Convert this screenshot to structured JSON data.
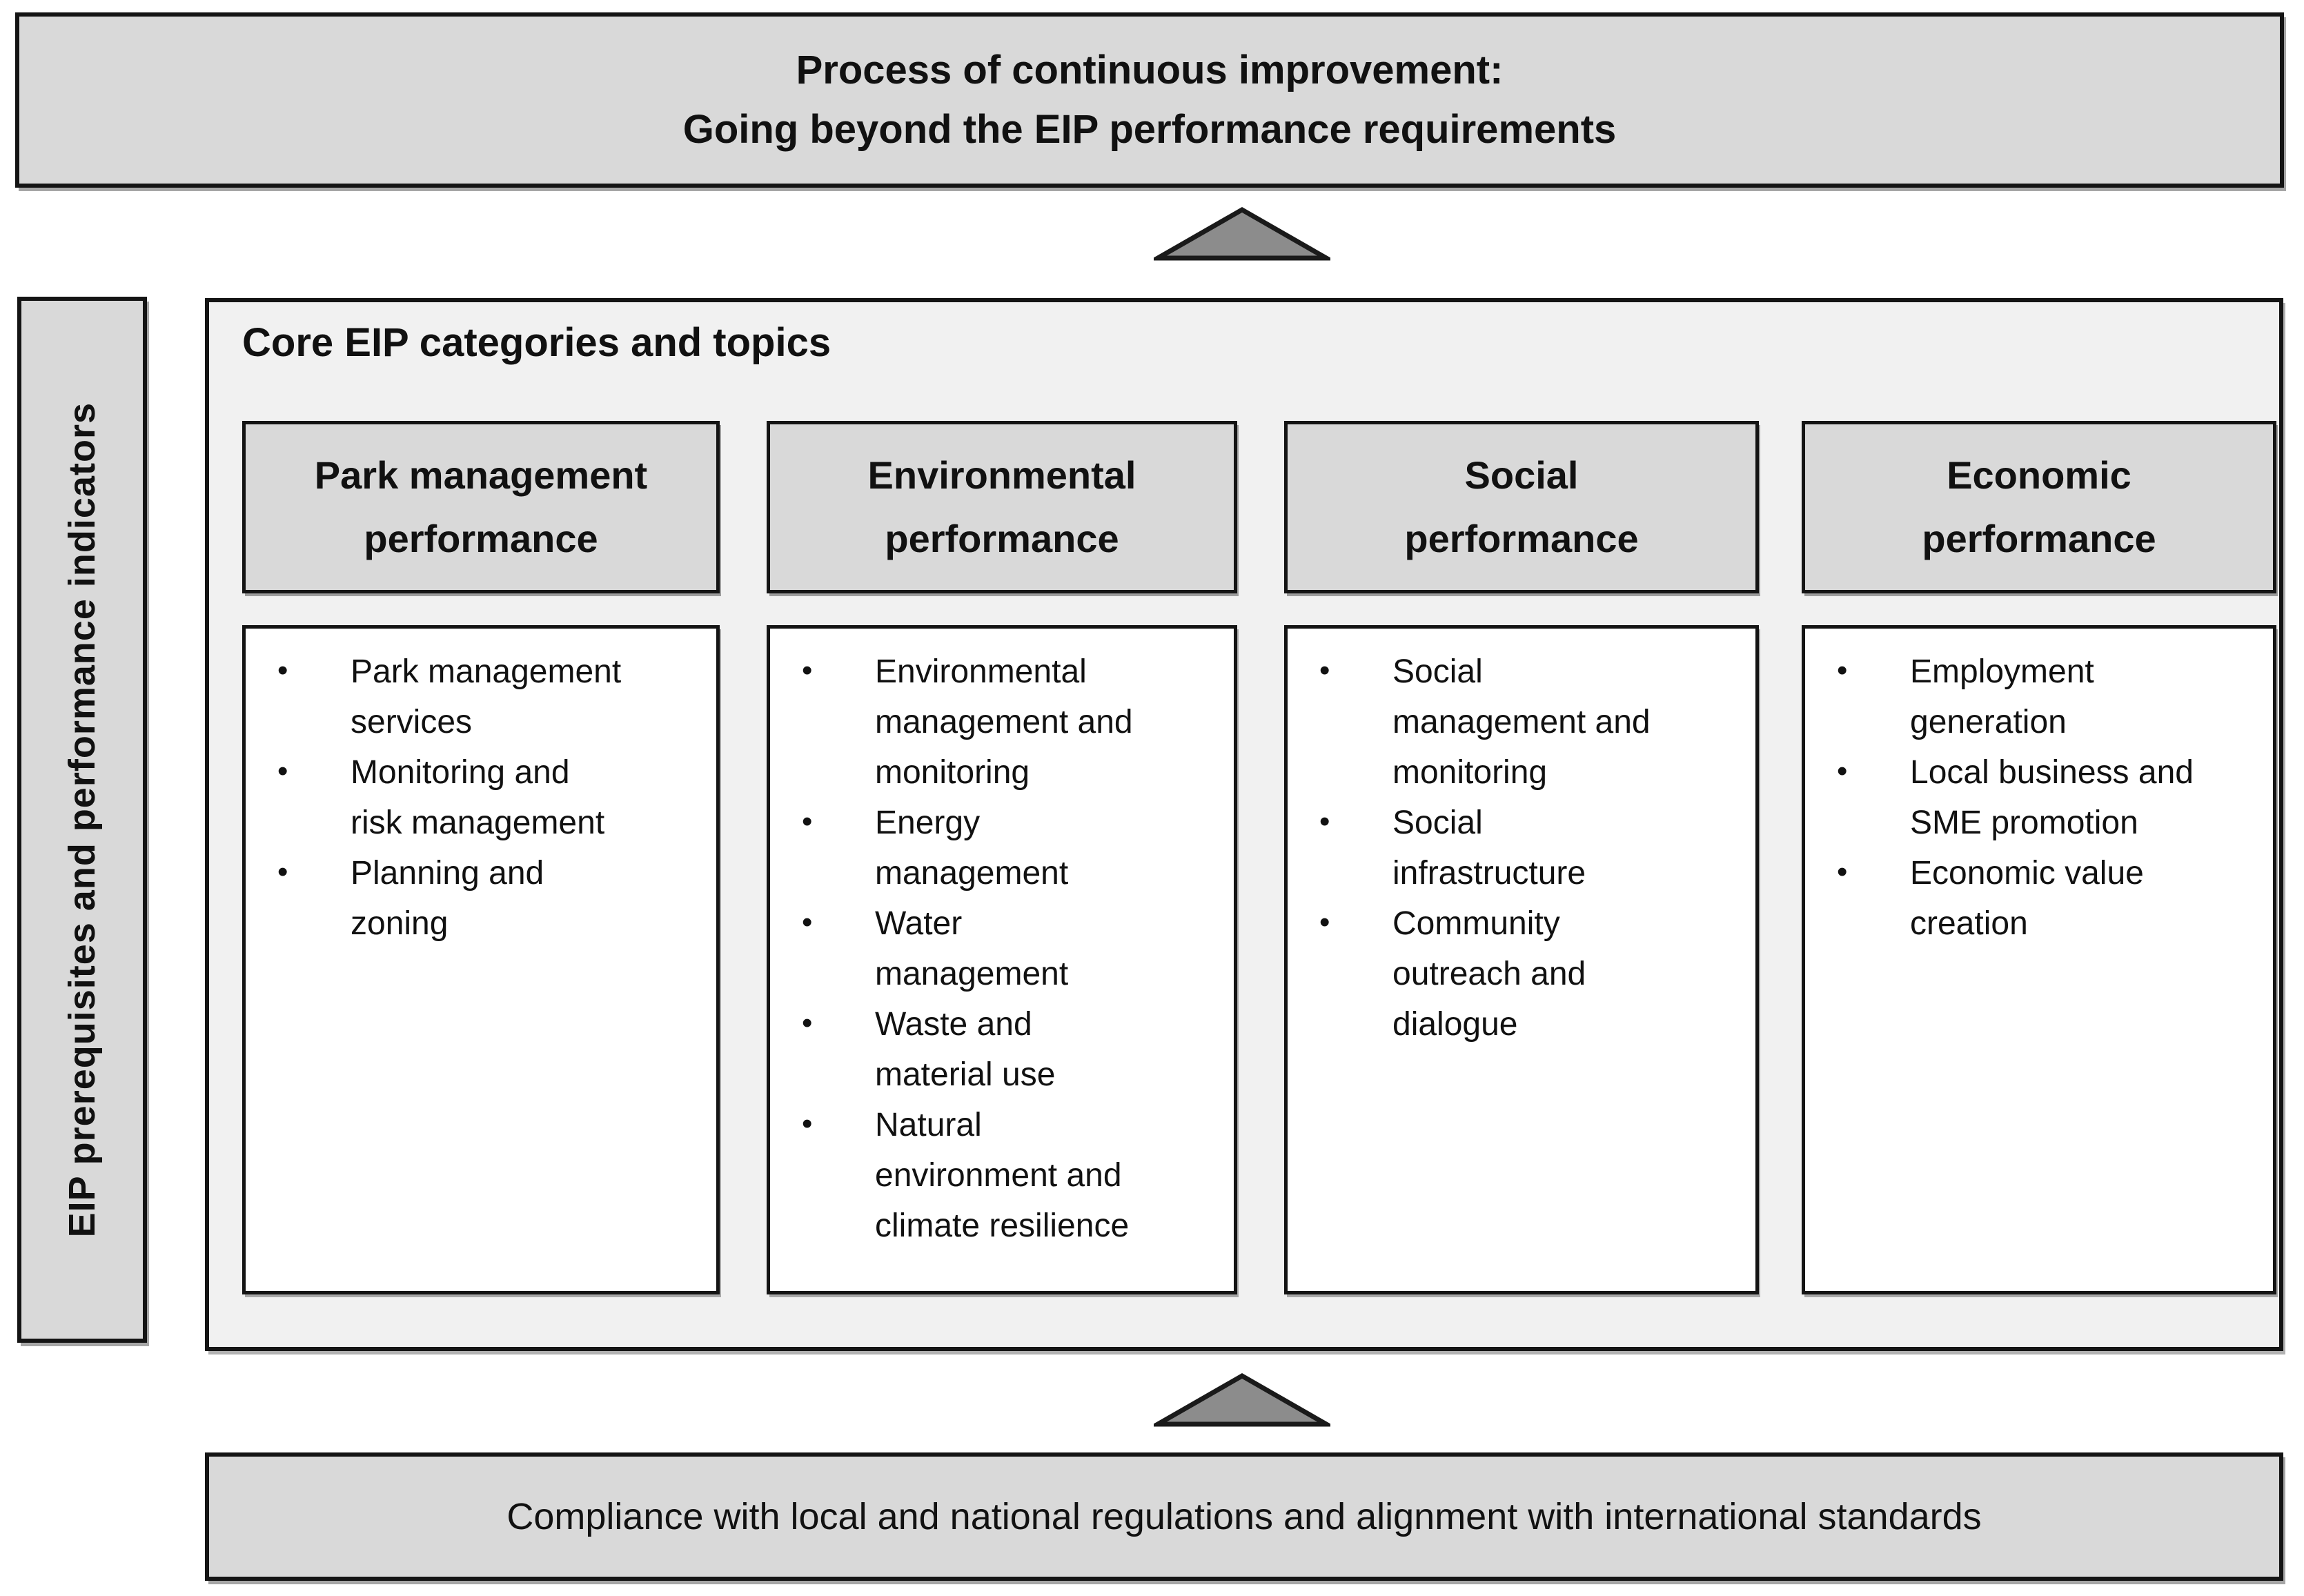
{
  "colors": {
    "banner_bg": "#d9d9d9",
    "main_box_bg": "#f1f1f1",
    "topics_box_bg": "#ffffff",
    "border": "#141414",
    "triangle_fill": "#8c8c8c",
    "triangle_stroke": "#1a1a1a",
    "text": "#111111"
  },
  "icons": {
    "bullet": "•",
    "up_arrow": "triangle-up"
  },
  "top_banner": {
    "line1": "Process of continuous improvement:",
    "line2": "Going beyond the EIP performance requirements"
  },
  "sidebar": {
    "label": "EIP prerequisites and performance indicators"
  },
  "main": {
    "title": "Core EIP categories and topics",
    "columns": [
      {
        "header": "Park management performance",
        "header_lines": [
          "Park management",
          "performance"
        ],
        "items": [
          [
            "Park management",
            "services"
          ],
          [
            "Monitoring and",
            "risk management"
          ],
          [
            "Planning and",
            "zoning"
          ]
        ]
      },
      {
        "header": "Environmental performance",
        "header_lines": [
          "Environmental",
          "performance"
        ],
        "items": [
          [
            "Environmental",
            "management and",
            "monitoring"
          ],
          [
            "Energy",
            "management"
          ],
          [
            "Water",
            "management"
          ],
          [
            "Waste and",
            "material use"
          ],
          [
            "Natural",
            "environment and",
            "climate resilience"
          ]
        ]
      },
      {
        "header": "Social performance",
        "header_lines": [
          "Social",
          "performance"
        ],
        "items": [
          [
            "Social",
            "management and",
            "monitoring"
          ],
          [
            "Social",
            "infrastructure"
          ],
          [
            "Community",
            "outreach and",
            "dialogue"
          ]
        ]
      },
      {
        "header": "Economic performance",
        "header_lines": [
          "Economic",
          "performance"
        ],
        "items": [
          [
            "Employment",
            "generation"
          ],
          [
            "Local business and",
            "SME promotion"
          ],
          [
            "Economic value",
            "creation"
          ]
        ]
      }
    ]
  },
  "bottom_banner": {
    "label": "Compliance with local and national regulations and alignment with international standards"
  }
}
